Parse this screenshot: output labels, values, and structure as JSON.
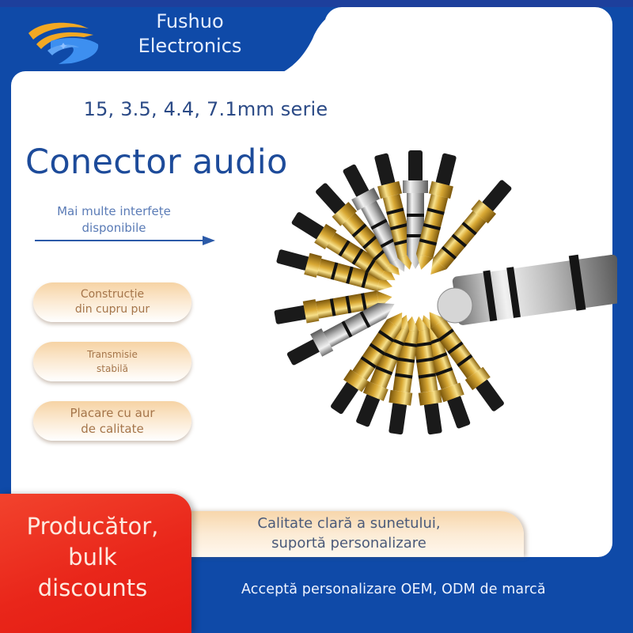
{
  "header": {
    "brand_line1": "Fushuo",
    "brand_line2": "Electronics",
    "logo": "fushuo-logo-icon"
  },
  "main": {
    "subtitle": "15, 3.5, 4.4, 7.1mm serie",
    "headline": "Conector audio",
    "note_line1": "Mai multe interfețe",
    "note_line2": "disponibile",
    "note_icon": "arrow-right-icon"
  },
  "features": [
    {
      "line1": "Construcție",
      "line2": "din cupru pur"
    },
    {
      "line1": "Transmisie",
      "line2": "stabilă"
    },
    {
      "line1": "Placare cu aur",
      "line2": "de calitate"
    }
  ],
  "product_image": {
    "description": "Circular arrangement of gold and nickel plated audio jack plugs",
    "label": "audio-connector-plugs"
  },
  "quality_banner": {
    "line1": "Calitate clară a sunetului,",
    "line2": "suportă personalizare"
  },
  "promo": {
    "line1": "Producător,",
    "line2": "bulk",
    "line3": "discounts"
  },
  "footer": {
    "oem_text": "Acceptă personalizare OEM, ODM de marcă"
  },
  "colors": {
    "brand_blue": "#0f4aa8",
    "heading_blue": "#1d4b9a",
    "promo_red": "#e9261a",
    "pill_peach": "#f6d3a4",
    "logo_orange": "#f2a823",
    "logo_light_blue": "#3d8ff0"
  }
}
